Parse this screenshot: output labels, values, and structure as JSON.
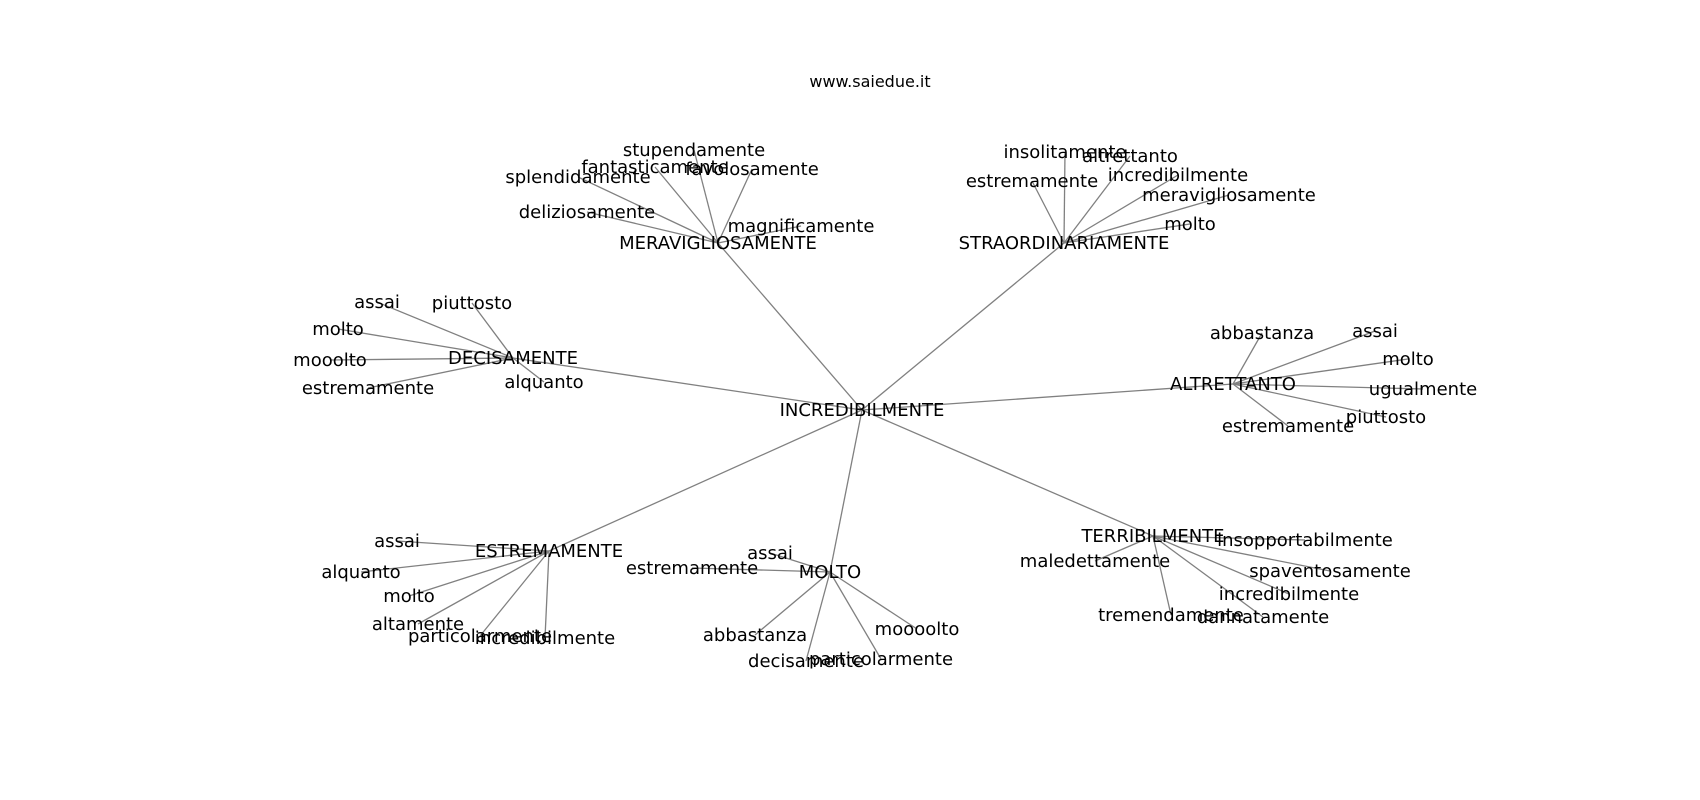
{
  "title": "www.saiedue.it",
  "graph": {
    "root": "INCREDIBILMENTE",
    "branches": [
      {
        "hub": "MERAVIGLIOSAMENTE",
        "words": [
          "stupendamente",
          "fantasticamente",
          "favolosamente",
          "splendidamente",
          "deliziosamente",
          "magnificamente"
        ]
      },
      {
        "hub": "STRAORDINARIAMENTE",
        "words": [
          "insolitamente",
          "altrettanto",
          "incredibilmente",
          "estremamente",
          "meravigliosamente",
          "molto"
        ]
      },
      {
        "hub": "DECISAMENTE",
        "words": [
          "assai",
          "piuttosto",
          "molto",
          "mooolto",
          "estremamente",
          "alquanto"
        ]
      },
      {
        "hub": "ALTRETTANTO",
        "words": [
          "abbastanza",
          "assai",
          "molto",
          "ugualmente",
          "piuttosto",
          "estremamente"
        ]
      },
      {
        "hub": "ESTREMAMENTE",
        "words": [
          "assai",
          "alquanto",
          "molto",
          "altamente",
          "particolarmente",
          "incredibilmente"
        ]
      },
      {
        "hub": "MOLTO",
        "words": [
          "assai",
          "estremamente",
          "abbastanza",
          "moooolto",
          "decisamente",
          "particolarmente"
        ]
      },
      {
        "hub": "TERRIBILMENTE",
        "words": [
          "insopportabilmente",
          "maledettamente",
          "spaventosamente",
          "incredibilmente",
          "tremendamente",
          "dannatamente"
        ]
      }
    ]
  }
}
